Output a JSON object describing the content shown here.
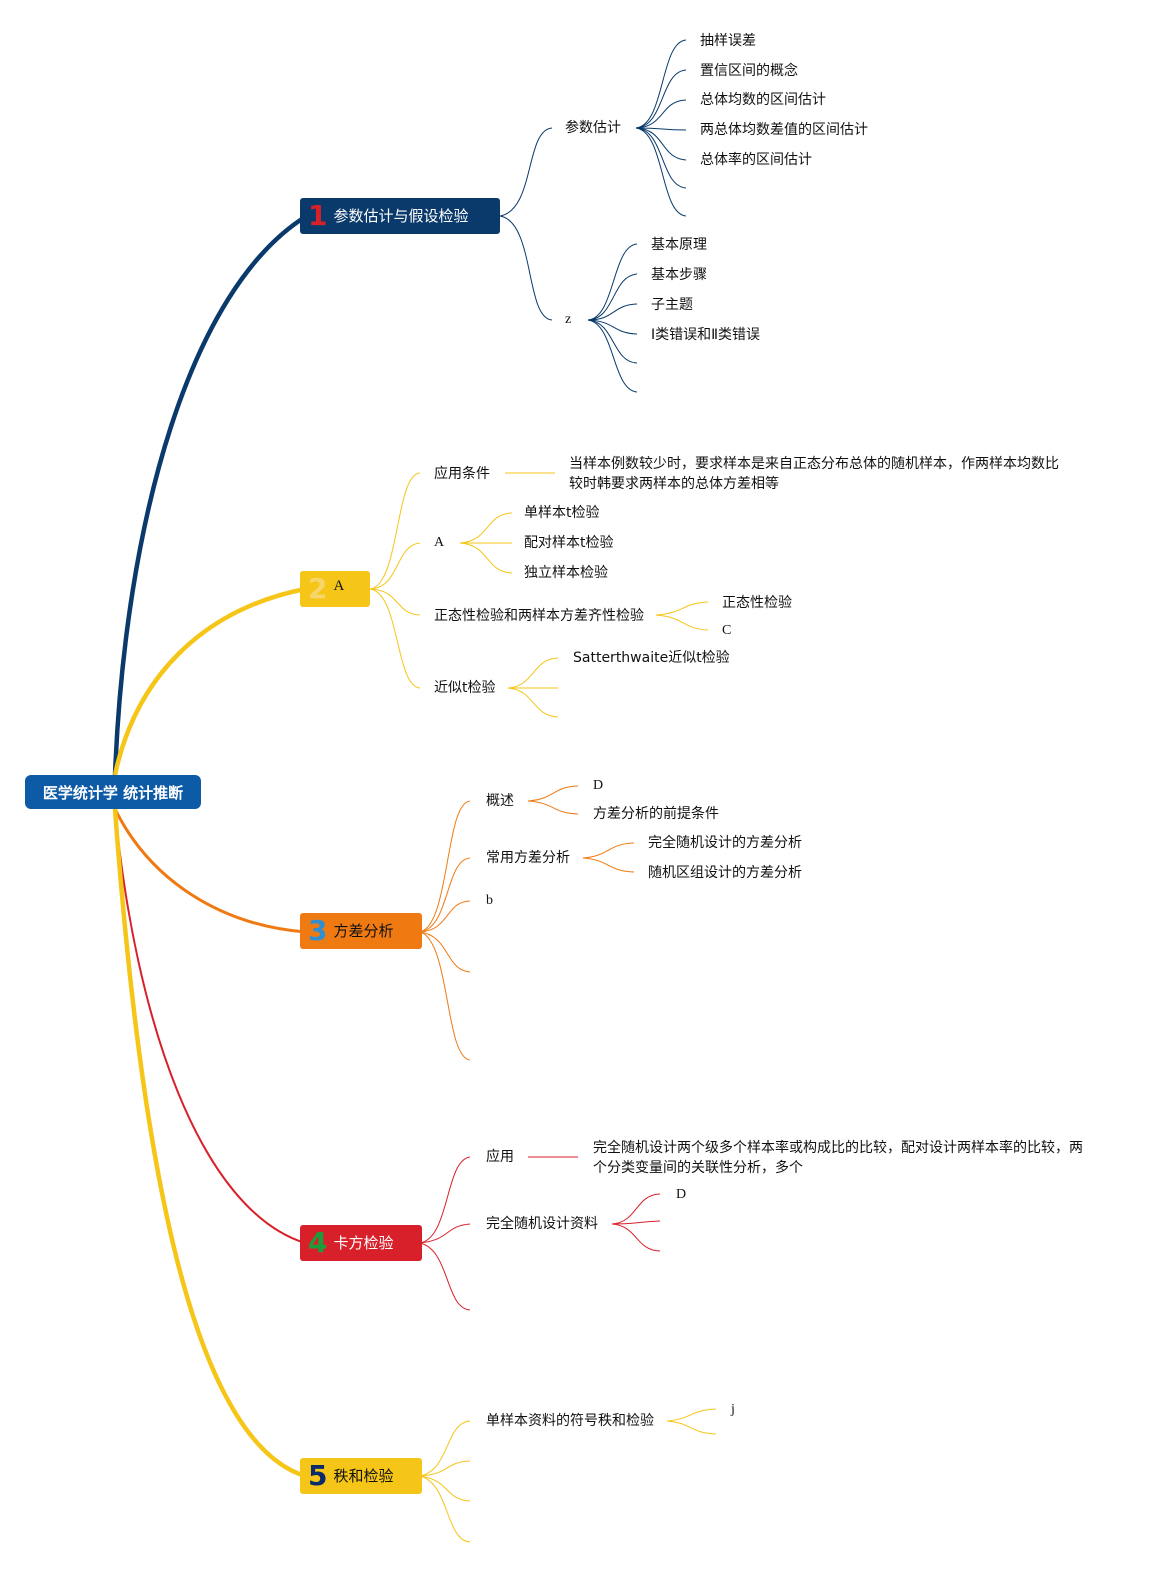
{
  "root": {
    "label": "医学统计学 统计推断"
  },
  "colors": {
    "b1": "#0a3a6b",
    "b2": "#f5c518",
    "b3": "#f07a12",
    "b4": "#d8202a",
    "b5": "#f5c518",
    "num1": "#d8202a",
    "num2": "#f5d66a",
    "num3": "#2f8fd1",
    "num4": "#1e9c3a",
    "num5": "#0a2a6b"
  },
  "branches": [
    {
      "number": "1",
      "label": "参数估计与假设检验",
      "children": [
        {
          "label": "参数估计",
          "children": [
            "抽样误差",
            "置信区间的概念",
            "总体均数的区间估计",
            "两总体均数差值的区间估计",
            "总体率的区间估计"
          ]
        },
        {
          "label": "z",
          "children": [
            "基本原理",
            "基本步骤",
            "子主题",
            "Ⅰ类错误和Ⅱ类错误"
          ]
        }
      ]
    },
    {
      "number": "2",
      "label": "A",
      "children": [
        {
          "label": "应用条件",
          "note": "当样本例数较少时，要求样本是来自正态分布总体的随机样本，作两样本均数比较时韩要求两样本的总体方差相等"
        },
        {
          "label": "A",
          "children": [
            "单样本t检验",
            "配对样本t检验",
            "独立样本检验"
          ]
        },
        {
          "label": "正态性检验和两样本方差齐性检验",
          "children": [
            "正态性检验",
            "C"
          ]
        },
        {
          "label": "近似t检验",
          "children": [
            "Satterthwaite近似t检验"
          ]
        }
      ]
    },
    {
      "number": "3",
      "label": "方差分析",
      "children": [
        {
          "label": "概述",
          "children": [
            "D",
            "方差分析的前提条件"
          ]
        },
        {
          "label": "常用方差分析",
          "children": [
            "完全随机设计的方差分析",
            "随机区组设计的方差分析"
          ]
        },
        {
          "label": "b"
        }
      ]
    },
    {
      "number": "4",
      "label": "卡方检验",
      "children": [
        {
          "label": "应用",
          "note": "完全随机设计两个级多个样本率或构成比的比较，配对设计两样本率的比较，两个分类变量间的关联性分析，多个"
        },
        {
          "label": "完全随机设计资料",
          "children": [
            "D"
          ]
        }
      ]
    },
    {
      "number": "5",
      "label": "秩和检验",
      "children": [
        {
          "label": "单样本资料的符号秩和检验",
          "children": [
            "j"
          ]
        }
      ]
    }
  ]
}
